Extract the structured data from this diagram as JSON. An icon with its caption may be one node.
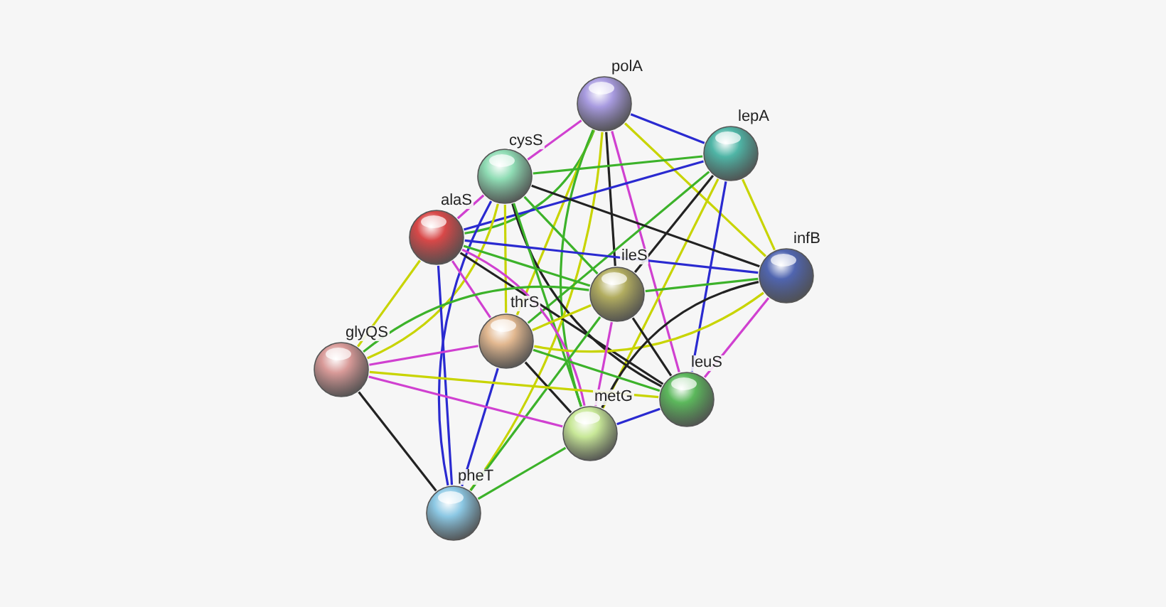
{
  "diagram": {
    "nodes": [
      {
        "text": [
          "polA"
        ]
      },
      {
        "text": [
          "lepA"
        ]
      },
      {
        "text": [
          "cysS"
        ]
      },
      {
        "text": [
          "alaS"
        ]
      },
      {
        "text": [
          "infB"
        ]
      },
      {
        "text": [
          "ileS"
        ]
      },
      {
        "text": [
          "thrS"
        ]
      },
      {
        "text": [
          "glyQS"
        ]
      },
      {
        "text": [
          "leuS"
        ]
      },
      {
        "text": [
          "metG"
        ]
      },
      {
        "text": [
          "pheT"
        ]
      }
    ],
    "edges": [
      {
        "from": 0,
        "to": 1,
        "arrow": "none",
        "color": "#2a2ad0"
      },
      {
        "from": 0,
        "to": 2,
        "arrow": "none",
        "color": "#d040d0"
      },
      {
        "from": 0,
        "to": 3,
        "arrow": "none"
      },
      {
        "from": 0,
        "to": 4,
        "arrow": "none",
        "color": "#c8d400"
      },
      {
        "from": 0,
        "to": 5,
        "arrow": "none",
        "color": "#222222"
      },
      {
        "from": 0,
        "to": 6,
        "arrow": "none",
        "color": "#c8d400"
      },
      {
        "from": 0,
        "to": 8,
        "arrow": "none",
        "color": "#d040d0"
      },
      {
        "from": 0,
        "to": 9,
        "arrow": "none"
      },
      {
        "from": 0,
        "to": 10,
        "arrow": "none",
        "color": "#c8d400"
      },
      {
        "from": 1,
        "to": 2,
        "arrow": "none"
      },
      {
        "from": 1,
        "to": 3,
        "arrow": "none",
        "color": "#2a2ad0"
      },
      {
        "from": 1,
        "to": 4,
        "arrow": "none",
        "color": "#c8d400"
      },
      {
        "from": 1,
        "to": 5,
        "arrow": "none",
        "color": "#222222"
      },
      {
        "from": 1,
        "to": 6,
        "arrow": "none"
      },
      {
        "from": 1,
        "to": 8,
        "arrow": "none",
        "color": "#2a2ad0"
      },
      {
        "from": 1,
        "to": 9,
        "arrow": "none",
        "color": "#c8d400"
      },
      {
        "from": 2,
        "to": 3,
        "arrow": "none",
        "color": "#d040d0"
      },
      {
        "from": 2,
        "to": 4,
        "arrow": "none",
        "color": "#222222"
      },
      {
        "from": 2,
        "to": 5,
        "arrow": "none"
      },
      {
        "from": 2,
        "to": 6,
        "arrow": "none",
        "color": "#c8d400"
      },
      {
        "from": 2,
        "to": 7,
        "arrow": "none",
        "color": "#c8d400"
      },
      {
        "from": 2,
        "to": 8,
        "arrow": "none",
        "color": "#222222"
      },
      {
        "from": 2,
        "to": 9,
        "arrow": "none"
      },
      {
        "from": 2,
        "to": 10,
        "arrow": "none",
        "color": "#2a2ad0"
      },
      {
        "from": 3,
        "to": 4,
        "arrow": "none",
        "color": "#2a2ad0"
      },
      {
        "from": 3,
        "to": 5,
        "arrow": "none"
      },
      {
        "from": 3,
        "to": 6,
        "arrow": "none",
        "color": "#d040d0"
      },
      {
        "from": 3,
        "to": 7,
        "arrow": "none",
        "color": "#c8d400"
      },
      {
        "from": 3,
        "to": 8,
        "arrow": "none",
        "color": "#222222"
      },
      {
        "from": 3,
        "to": 9,
        "arrow": "none",
        "color": "#d040d0"
      },
      {
        "from": 3,
        "to": 10,
        "arrow": "none",
        "color": "#2a2ad0"
      },
      {
        "from": 4,
        "to": 5,
        "arrow": "none"
      },
      {
        "from": 4,
        "to": 6,
        "arrow": "none",
        "color": "#c8d400"
      },
      {
        "from": 4,
        "to": 8,
        "arrow": "none",
        "color": "#d040d0"
      },
      {
        "from": 4,
        "to": 9,
        "arrow": "none",
        "color": "#222222"
      },
      {
        "from": 5,
        "to": 6,
        "arrow": "none",
        "color": "#c8d400"
      },
      {
        "from": 5,
        "to": 7,
        "arrow": "none"
      },
      {
        "from": 5,
        "to": 8,
        "arrow": "none",
        "color": "#222222"
      },
      {
        "from": 5,
        "to": 9,
        "arrow": "none",
        "color": "#d040d0"
      },
      {
        "from": 5,
        "to": 10,
        "arrow": "none"
      },
      {
        "from": 6,
        "to": 7,
        "arrow": "none",
        "color": "#d040d0"
      },
      {
        "from": 6,
        "to": 8,
        "arrow": "none"
      },
      {
        "from": 6,
        "to": 9,
        "arrow": "none",
        "color": "#222222"
      },
      {
        "from": 6,
        "to": 10,
        "arrow": "none",
        "color": "#2a2ad0"
      },
      {
        "from": 7,
        "to": 8,
        "arrow": "none",
        "color": "#c8d400"
      },
      {
        "from": 7,
        "to": 9,
        "arrow": "none",
        "color": "#d040d0"
      },
      {
        "from": 7,
        "to": 10,
        "arrow": "none",
        "color": "#222222"
      },
      {
        "from": 8,
        "to": 9,
        "arrow": "none",
        "color": "#2a2ad0"
      },
      {
        "from": 9,
        "to": 10,
        "arrow": "none"
      }
    ]
  }
}
